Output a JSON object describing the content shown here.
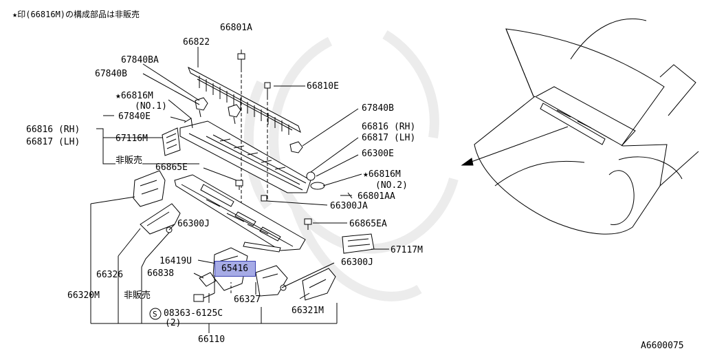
{
  "note": "★印(66816M)の構成部品は非販売",
  "diagram_id": "A6600075",
  "parts": {
    "p66801A": "66801A",
    "p66822": "66822",
    "p67840BA": "67840BA",
    "p67840B_left": "67840B",
    "p66810E": "66810E",
    "p66816M_no1": "★66816M",
    "p66816M_no1_sub": "(NO.1)",
    "p67840E": "67840E",
    "p66816RH_left": "66816 (RH)",
    "p66817LH_left": "66817 (LH)",
    "p67116M": "67116M",
    "p_hihanbai_1": "非販売",
    "p67840B_right": "67840B",
    "p66816RH_right": "66816 (RH)",
    "p66817LH_right": "66817 (LH)",
    "p66300E": "66300E",
    "p66865E": "66865E",
    "p66816M_no2": "★66816M",
    "p66816M_no2_sub": "(NO.2)",
    "p66801AA": "66801AA",
    "p66300JA": "66300JA",
    "p66300J_left": "66300J",
    "p66865EA": "66865EA",
    "p67117M": "67117M",
    "p16419U": "16419U",
    "p65416": "65416",
    "p66300J_right": "66300J",
    "p66326": "66326",
    "p66838": "66838",
    "p66320M": "66320M",
    "p_hihanbai_2": "非販売",
    "p66327": "66327",
    "p08363": "08363-6125C",
    "p08363_qty": "(2)",
    "p66321M": "66321M",
    "p66110": "66110",
    "s_symbol": "S"
  },
  "highlight_part": "65416"
}
